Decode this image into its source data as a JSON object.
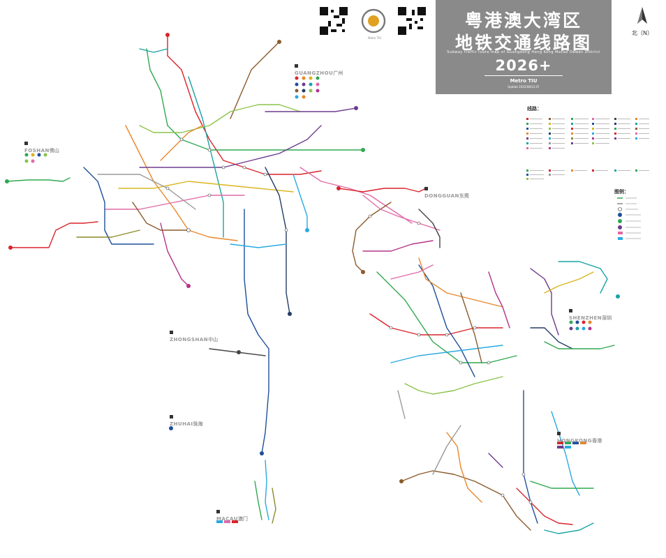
{
  "title": {
    "line1": "粤港澳大湾区",
    "line2": "地铁交通线路图",
    "subtitle": "Subway traffic route map of Guangdong Hong Kong Macao Dawan District",
    "year": "2026+",
    "author": "Metro TIU",
    "updated": "Update 2022/08/12.07"
  },
  "compass": {
    "label": "北（N）"
  },
  "qr_caption": "Metro TIU",
  "cities": [
    {
      "id": "guangzhou",
      "en": "GUANGZHOU",
      "zh": "广州"
    },
    {
      "id": "foshan",
      "en": "FOSHAN",
      "zh": "佛山"
    },
    {
      "id": "dongguan",
      "en": "DONGGUAN",
      "zh": "东莞"
    },
    {
      "id": "shenzhen",
      "en": "SHENZHEN",
      "zh": "深圳"
    },
    {
      "id": "zhongshan",
      "en": "ZHONGSHAN",
      "zh": "中山"
    },
    {
      "id": "zhuhai",
      "en": "ZHUHAI",
      "zh": "珠海"
    },
    {
      "id": "hongkong",
      "en": "HONGKONG",
      "zh": "香港"
    },
    {
      "id": "macau",
      "en": "MACAU",
      "zh": "澳门"
    }
  ],
  "legend": {
    "lines_heading": "线路：",
    "symbols_heading": "图例："
  },
  "colors": {
    "red": "#d9242b",
    "green": "#2fa84f",
    "blue": "#1f4e9a",
    "orange": "#e8872a",
    "purple": "#6d3b8e",
    "teal": "#1aa3a3",
    "pink": "#e06aa6",
    "brown": "#8a5a2b",
    "yellow": "#d9b51e",
    "lime": "#8bc34a",
    "navy": "#233b66",
    "cyan": "#29a9e1",
    "grey": "#9a9a9a",
    "olive": "#8a8a2b",
    "magenta": "#b5338a",
    "dark": "#444444"
  }
}
